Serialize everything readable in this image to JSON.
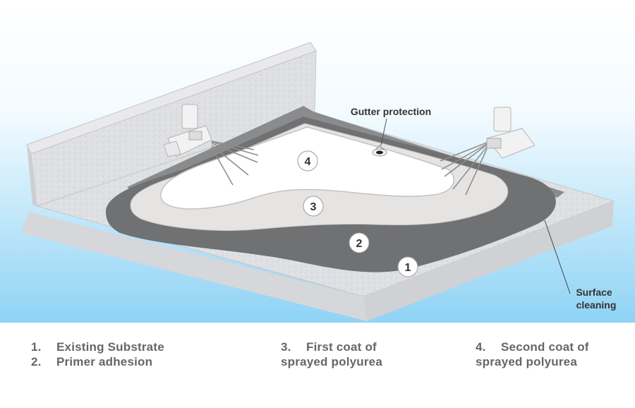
{
  "callouts": {
    "gutter": "Gutter protection",
    "surface_line1": "Surface",
    "surface_line2": "cleaning"
  },
  "markers": [
    {
      "label": "1"
    },
    {
      "label": "2"
    },
    {
      "label": "3"
    },
    {
      "label": "4"
    }
  ],
  "legend": {
    "col1": [
      {
        "num": "1.",
        "text": "Existing Substrate"
      },
      {
        "num": "2.",
        "text": "Primer adhesion"
      }
    ],
    "col2": {
      "num": "3.",
      "text_line1": "First coat of",
      "text_line2": "sprayed polyurea"
    },
    "col3": {
      "num": "4.",
      "text_line1": "Second coat of",
      "text_line2": "sprayed polyurea"
    }
  },
  "colors": {
    "sky_top": "#ffffff",
    "sky_bottom": "#8fd3f5",
    "concrete": "#dcdde0",
    "primer": "#707173",
    "first_coat": "#e6e3e3",
    "second_coat": "#ffffff",
    "legend_text": "#666666"
  },
  "icons": [
    "spray-gun-icon",
    "drain-icon"
  ]
}
